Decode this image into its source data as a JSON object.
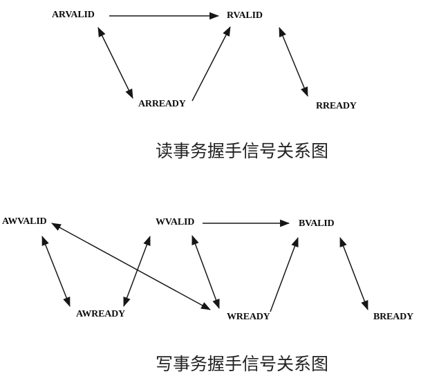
{
  "read_diagram": {
    "caption": "读事务握手信号关系图",
    "nodes": {
      "arvalid": "ARVALID",
      "rvalid": "RVALID",
      "arready": "ARREADY",
      "rready": "RREADY"
    },
    "edges": [
      {
        "from": "ARVALID",
        "to": "RVALID",
        "bidirectional": false
      },
      {
        "from": "ARVALID",
        "to": "ARREADY",
        "bidirectional": true
      },
      {
        "from": "ARREADY",
        "to": "RVALID",
        "bidirectional": false
      },
      {
        "from": "RVALID",
        "to": "RREADY",
        "bidirectional": true
      }
    ]
  },
  "write_diagram": {
    "caption": "写事务握手信号关系图",
    "nodes": {
      "awvalid": "AWVALID",
      "wvalid": "WVALID",
      "bvalid": "BVALID",
      "awready": "AWREADY",
      "wready": "WREADY",
      "bready": "BREADY"
    },
    "edges": [
      {
        "from": "AWVALID",
        "to": "AWREADY",
        "bidirectional": true
      },
      {
        "from": "AWVALID",
        "to": "WREADY",
        "bidirectional": true
      },
      {
        "from": "WVALID",
        "to": "AWREADY",
        "bidirectional": true
      },
      {
        "from": "WVALID",
        "to": "WREADY",
        "bidirectional": true
      },
      {
        "from": "WVALID",
        "to": "BVALID",
        "bidirectional": false
      },
      {
        "from": "WREADY",
        "to": "BVALID",
        "bidirectional": false
      },
      {
        "from": "BVALID",
        "to": "BREADY",
        "bidirectional": true
      }
    ]
  }
}
